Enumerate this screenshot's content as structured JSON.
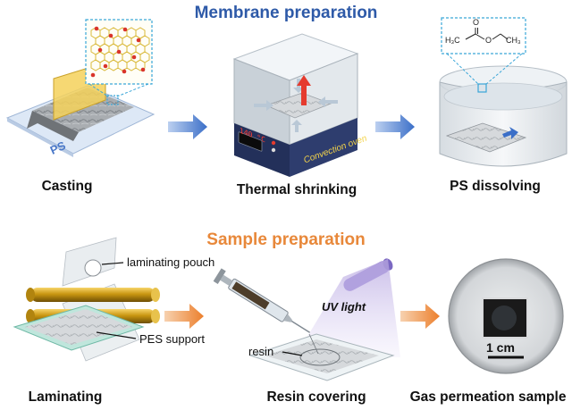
{
  "sections": {
    "membrane": {
      "title": "Membrane preparation",
      "color": "#2e5aa8",
      "steps": [
        "Casting",
        "Thermal shrinking",
        "PS dissolving"
      ]
    },
    "sample": {
      "title": "Sample preparation",
      "color": "#e8883a",
      "steps": [
        "Laminating",
        "Resin covering",
        "Gas permeation sample"
      ]
    }
  },
  "labels": {
    "ps": "PS",
    "oven_display": "140 °C",
    "oven_name": "Convection oven",
    "chem_left": "H₃C",
    "chem_o_top": "O",
    "chem_o_mid": "O",
    "chem_right": "CH₃",
    "laminating_pouch": "laminating pouch",
    "pes_support": "PES support",
    "uv_light": "UV light",
    "resin": "resin",
    "scale_bar": "1 cm"
  },
  "colors": {
    "blue_arrow": "#4f7fd0",
    "orange_arrow": "#ef8b3b",
    "callout": "#3aa6d8"
  }
}
